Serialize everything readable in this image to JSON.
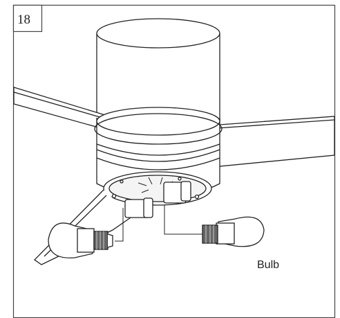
{
  "step_number": "18",
  "labels": {
    "bulb": "Bulb"
  },
  "icons": [
    "ceiling-fan-canopy",
    "fan-blade",
    "light-kit-housing",
    "socket",
    "led-bulb"
  ]
}
